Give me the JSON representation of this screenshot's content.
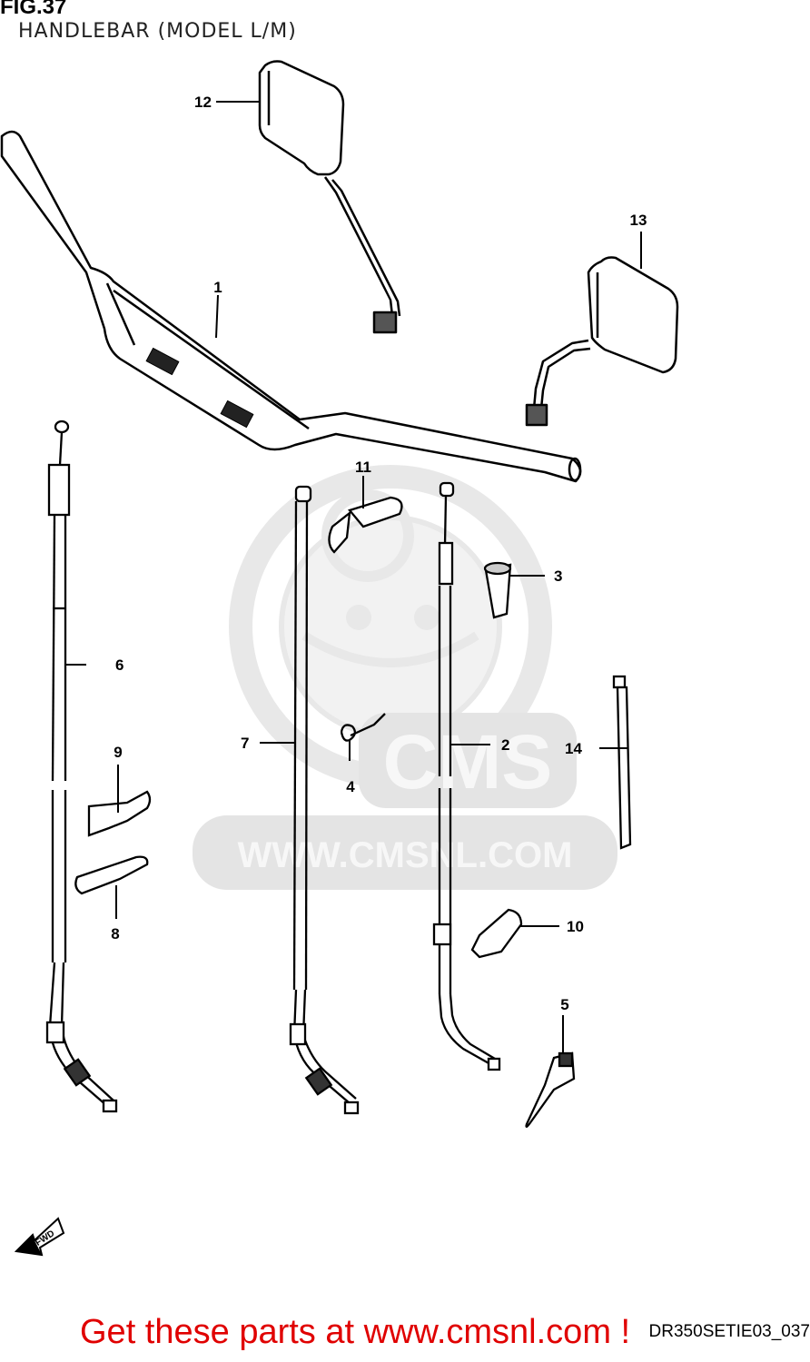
{
  "header": {
    "figure_label": "FIG.37",
    "subtitle": "HANDLEBAR (MODEL L/M)"
  },
  "callouts": {
    "c1": "1",
    "c2": "2",
    "c3": "3",
    "c4": "4",
    "c5": "5",
    "c6": "6",
    "c7": "7",
    "c8": "8",
    "c9": "9",
    "c10": "10",
    "c11": "11",
    "c12": "12",
    "c13": "13",
    "c14": "14"
  },
  "watermark": {
    "brand": "CMS",
    "url": "WWW.CMSNL.COM"
  },
  "direction_arrow": "FWD",
  "footer": {
    "diagram_code": "DR350SETIE03_037",
    "promo": "Get these parts at www.cmsnl.com !"
  },
  "colors": {
    "line": "#000000",
    "watermark": "#e6e6e6",
    "promo": "#e00000"
  }
}
